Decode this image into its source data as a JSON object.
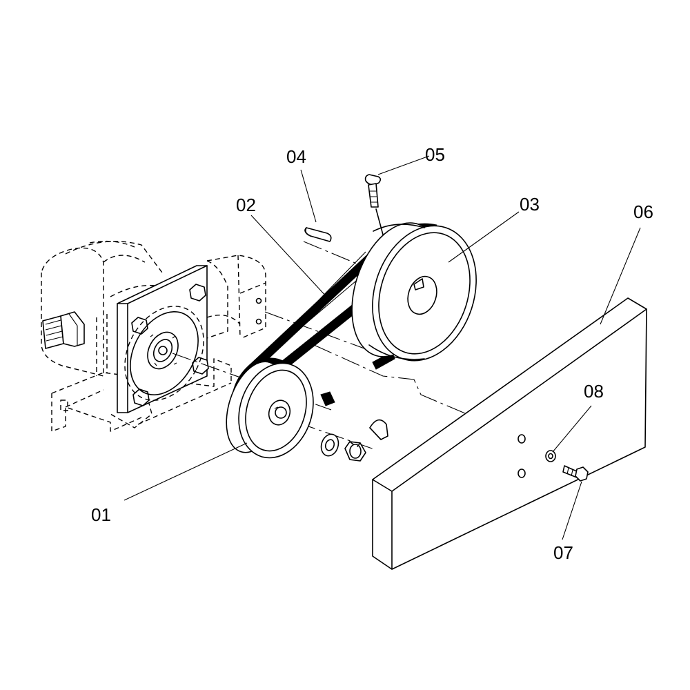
{
  "labels": [
    {
      "id": "01",
      "text": "01"
    },
    {
      "id": "02",
      "text": "02"
    },
    {
      "id": "03",
      "text": "03"
    },
    {
      "id": "04",
      "text": "04"
    },
    {
      "id": "05",
      "text": "05"
    },
    {
      "id": "06",
      "text": "06"
    },
    {
      "id": "07",
      "text": "07"
    },
    {
      "id": "08",
      "text": "08"
    }
  ],
  "colors": {
    "ink": "#000000",
    "paper": "#ffffff"
  }
}
